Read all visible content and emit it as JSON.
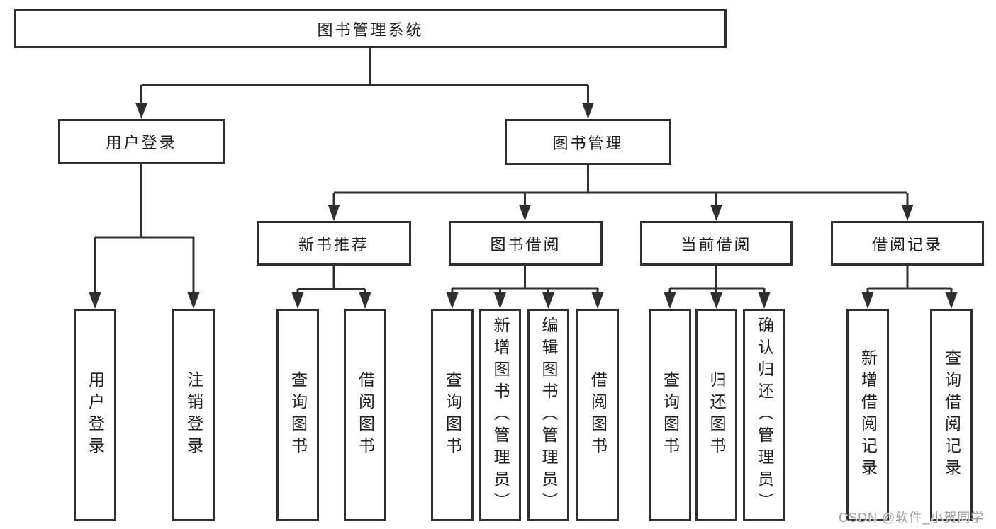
{
  "diagram": {
    "title": "图书管理系统",
    "branches": [
      {
        "label": "用户登录",
        "children": [
          {
            "label": "用户登录"
          },
          {
            "label": "注销登录"
          }
        ]
      },
      {
        "label": "图书管理",
        "children": [
          {
            "label": "新书推荐",
            "children": [
              {
                "label": "查询图书"
              },
              {
                "label": "借阅图书"
              }
            ]
          },
          {
            "label": "图书借阅",
            "children": [
              {
                "label": "查询图书"
              },
              {
                "label": "新增图书（管理员）"
              },
              {
                "label": "编辑图书（管理员）"
              },
              {
                "label": "借阅图书"
              }
            ]
          },
          {
            "label": "当前借阅",
            "children": [
              {
                "label": "查询图书"
              },
              {
                "label": "归还图书"
              },
              {
                "label": "确认归还（管理员）"
              }
            ]
          },
          {
            "label": "借阅记录",
            "children": [
              {
                "label": "新增借阅记录"
              },
              {
                "label": "查询借阅记录"
              }
            ]
          }
        ]
      }
    ]
  },
  "watermark": {
    "text": "CSDN @软件_小贺同学"
  },
  "colors": {
    "line": "#2f2f2f",
    "text": "#1f1f1f",
    "watermark": "#9b9b9b",
    "background": "#ffffff"
  }
}
